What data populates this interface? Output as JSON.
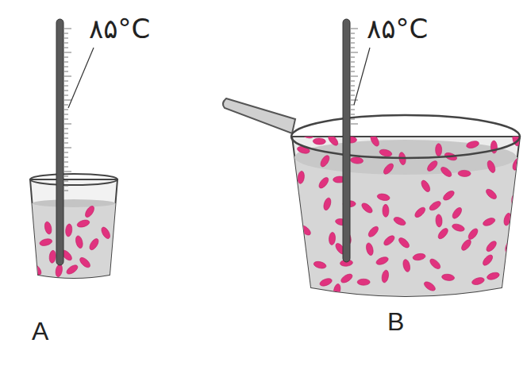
{
  "diagram": {
    "labels": [
      "۸۵°C",
      "۸۵°C",
      "A",
      "B"
    ]
  }
}
